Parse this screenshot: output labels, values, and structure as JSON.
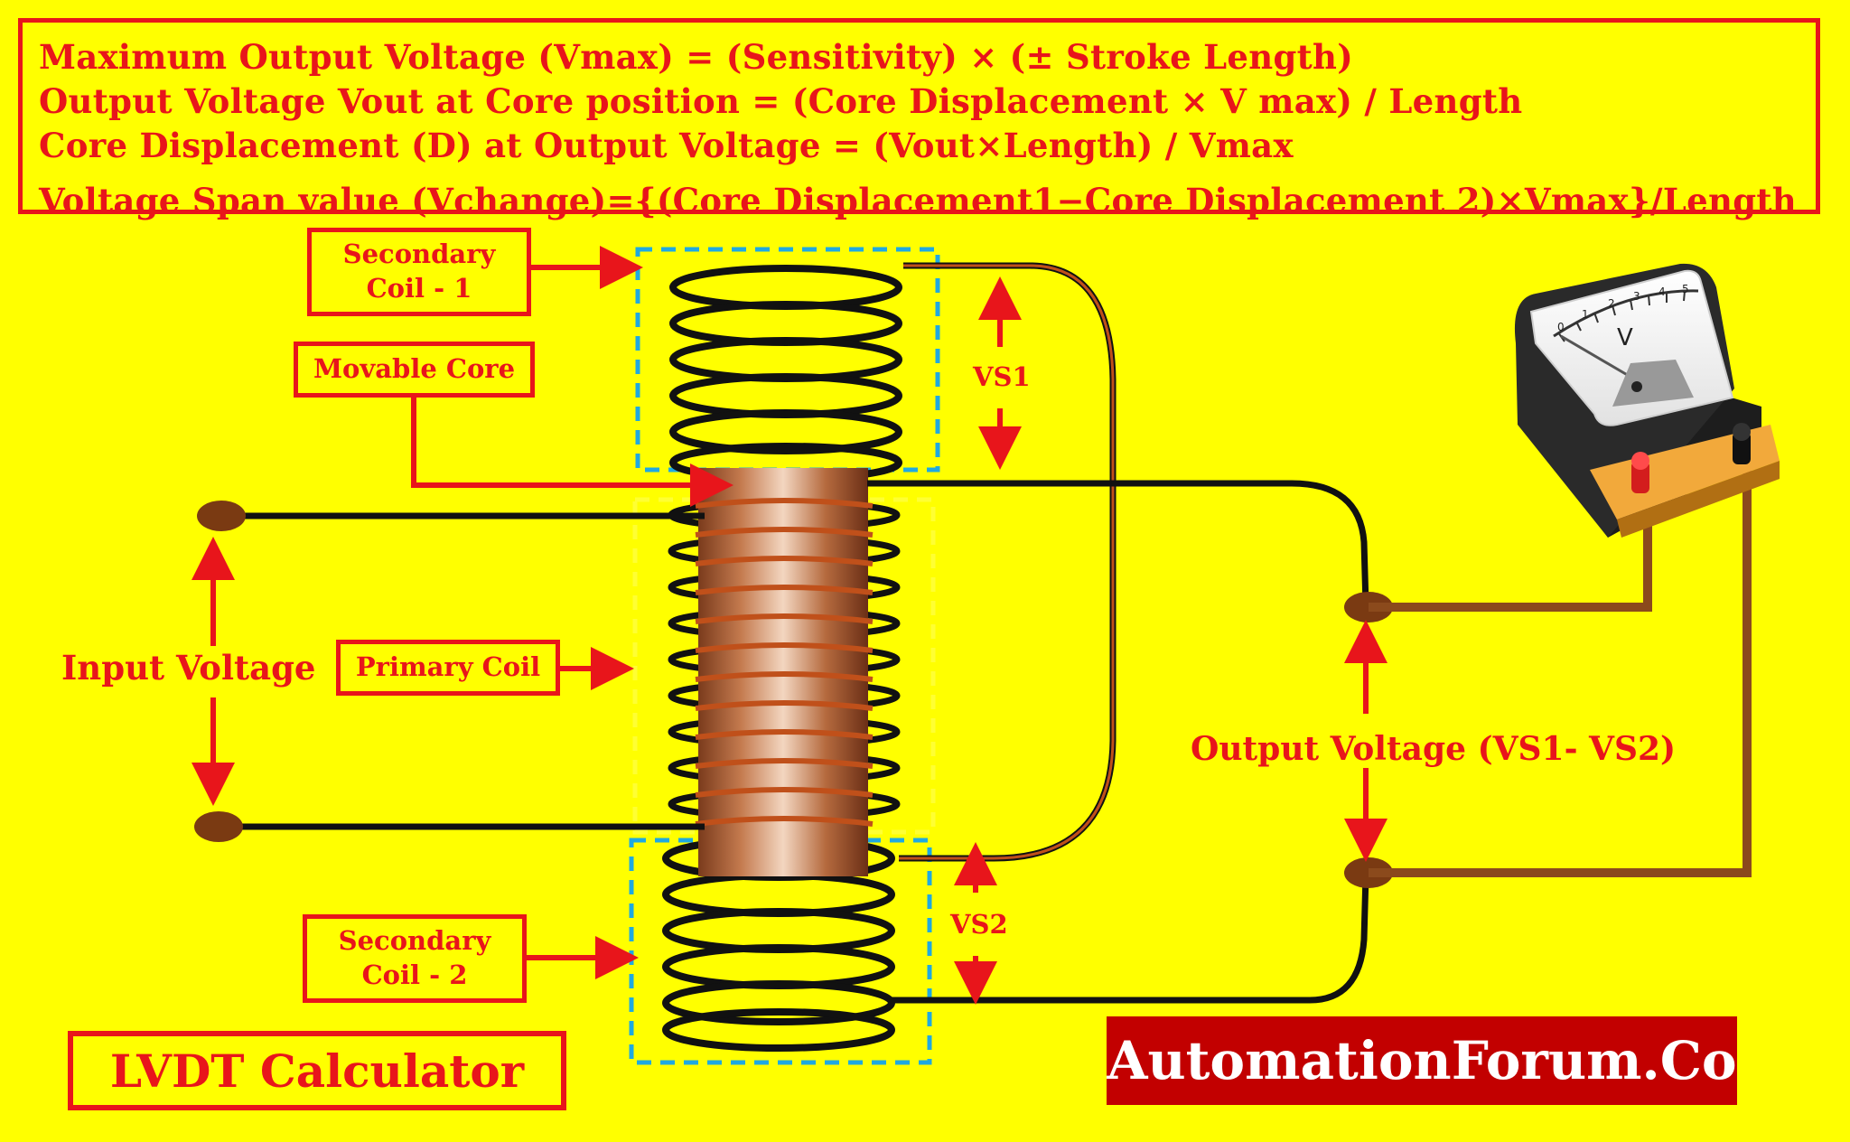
{
  "formulas": {
    "line1": "Maximum Output Voltage (Vmax) = (Sensitivity) × (± Stroke Length)",
    "line2": "Output Voltage Vout at Core position = (Core Displacement × V max) / Length",
    "line3": "Core Displacement (D) at Output Voltage = (Vout×Length) / Vmax",
    "line4": "Voltage Span value (Vchange)={(Core Displacement1−Core Displacement 2)×Vmax}/Length"
  },
  "labels": {
    "secondary_coil_1_line1": "Secondary",
    "secondary_coil_1_line2": "Coil - 1",
    "movable_core": "Movable Core",
    "primary_coil": "Primary Coil",
    "secondary_coil_2_line1": "Secondary",
    "secondary_coil_2_line2": "Coil - 2",
    "input_voltage": "Input Voltage",
    "output_voltage": "Output Voltage",
    "output_voltage_formula": "(VS1- VS2)",
    "vs1": "VS1",
    "vs2": "VS2"
  },
  "meter": {
    "unit": "V",
    "scale": [
      "0",
      "1",
      "2",
      "3",
      "4",
      "5"
    ]
  },
  "title": "LVDT Calculator",
  "brand": "AutomationForum.Co",
  "colors": {
    "background": "#ffff00",
    "accent_red": "#e8151b",
    "coil_black": "#111111",
    "copper": "#c0501a",
    "wire_brown": "#8b4a1c",
    "dashed_blue": "#1fa9e1",
    "dashed_yellow": "#ffff33",
    "brand_bg": "#c20000"
  }
}
